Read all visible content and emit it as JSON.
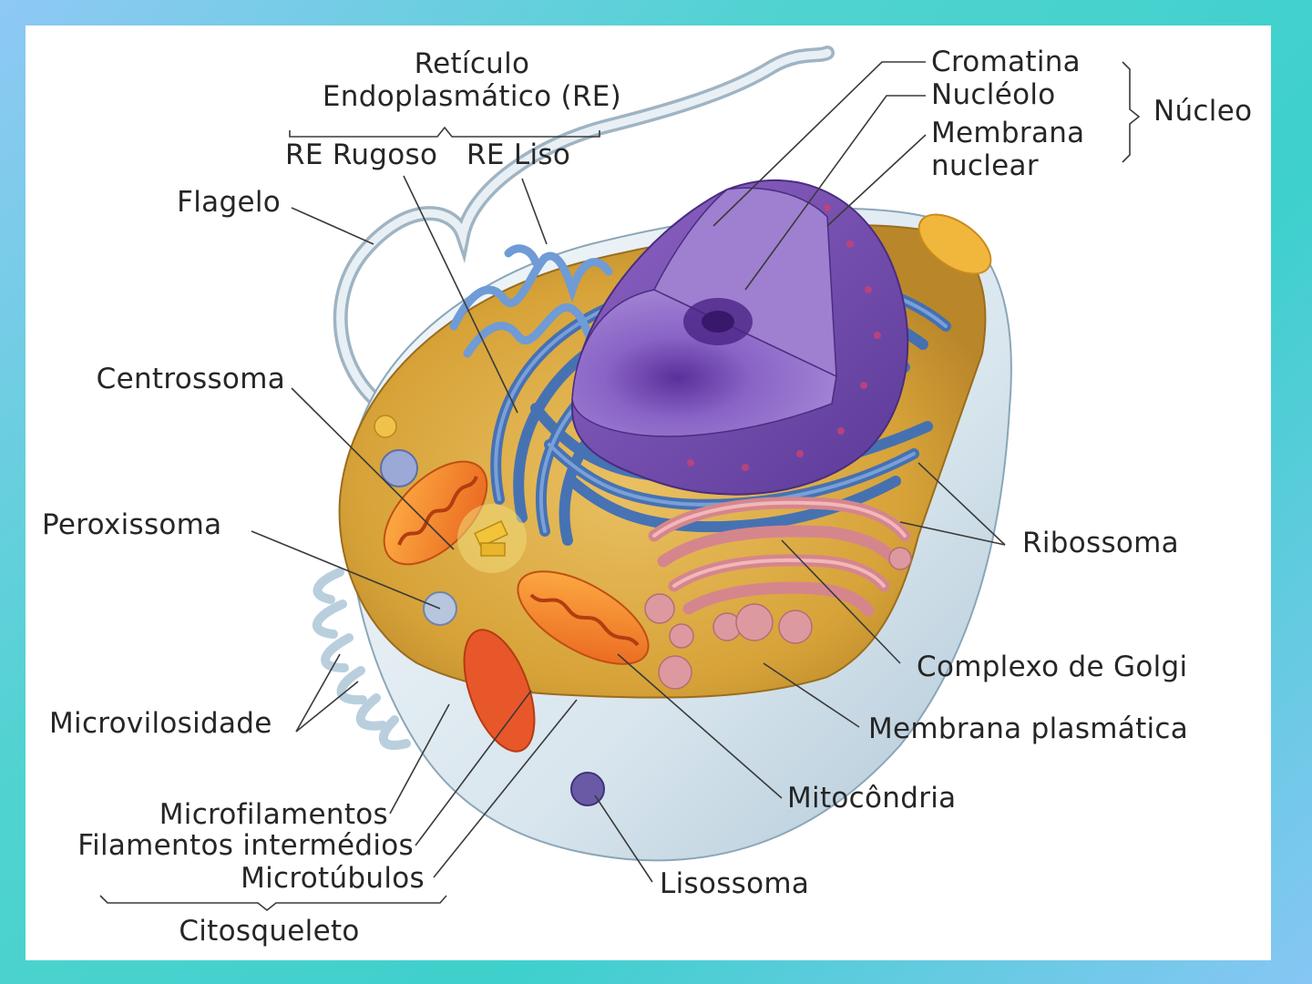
{
  "labels": {
    "reticulo": "Retículo",
    "endoplasmatico": "Endoplasmático (RE)",
    "re_rugoso": "RE Rugoso",
    "re_liso": "RE Liso",
    "flagelo": "Flagelo",
    "centrossoma": "Centrossoma",
    "peroxissoma": "Peroxissoma",
    "microvilosidade": "Microvilosidade",
    "microfilamentos": "Microfilamentos",
    "filamentos_intermedios": "Filamentos intermédios",
    "microtubulos": "Microtúbulos",
    "citosqueleto": "Citosqueleto",
    "cromatina": "Cromatina",
    "nucleolo": "Nucléolo",
    "membrana": "Membrana",
    "nuclear": "nuclear",
    "nucleo": "Núcleo",
    "ribossoma": "Ribossoma",
    "complexo_golgi": "Complexo de Golgi",
    "membrana_plasmatica": "Membrana plasmática",
    "mitocondria": "Mitocôndria",
    "lisossoma": "Lisossoma"
  },
  "colors": {
    "background": "#3ed0cc",
    "panel": "#ffffff",
    "cytoplasm": "#d9a93c",
    "membrane": "#dfe9ee",
    "er": "#4f7cc4",
    "nucleus": "#7c55b6",
    "golgi": "#d88a8f",
    "mitochondria": "#f08a2a",
    "text": "#262626"
  }
}
